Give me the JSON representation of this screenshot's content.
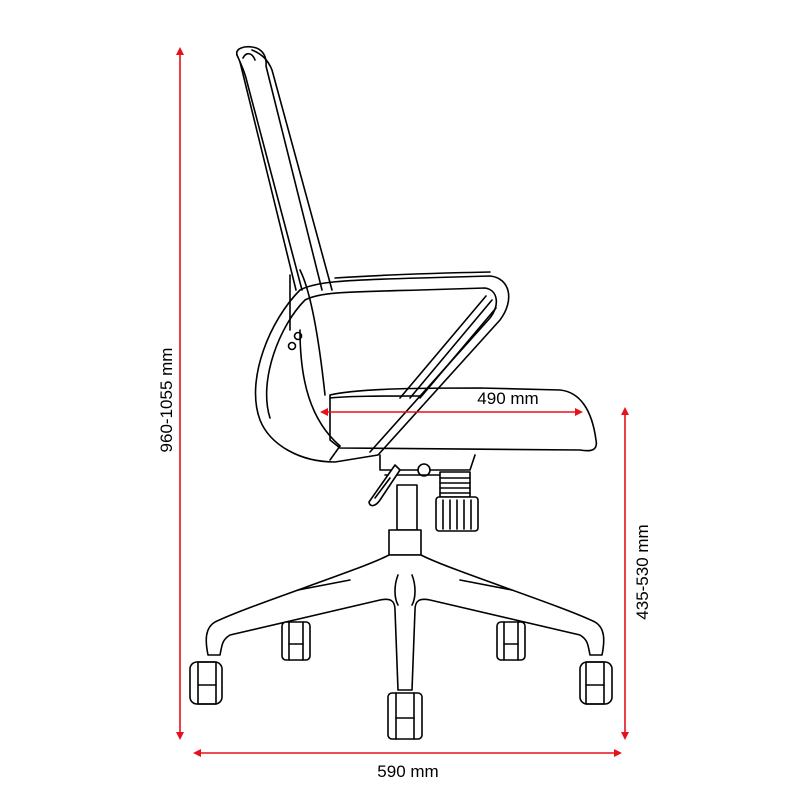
{
  "diagram": {
    "subject": "Office chair side view with dimensions",
    "dimension_color": "#e8101b",
    "line_color": "#000000",
    "dimensions": {
      "overall_height": {
        "label": "960-1055 mm",
        "orientation": "vertical",
        "position": "left"
      },
      "seat_depth": {
        "label": "490 mm",
        "orientation": "horizontal",
        "position": "seat"
      },
      "seat_height": {
        "label": "435-530 mm",
        "orientation": "vertical",
        "position": "right"
      },
      "overall_width": {
        "label": "590 mm",
        "orientation": "horizontal",
        "position": "bottom"
      }
    },
    "parts": [
      "backrest",
      "armrest-frame",
      "seat",
      "tilt-mechanism",
      "lever",
      "tension-knob",
      "gas-lift",
      "five-star-base",
      "casters"
    ]
  }
}
